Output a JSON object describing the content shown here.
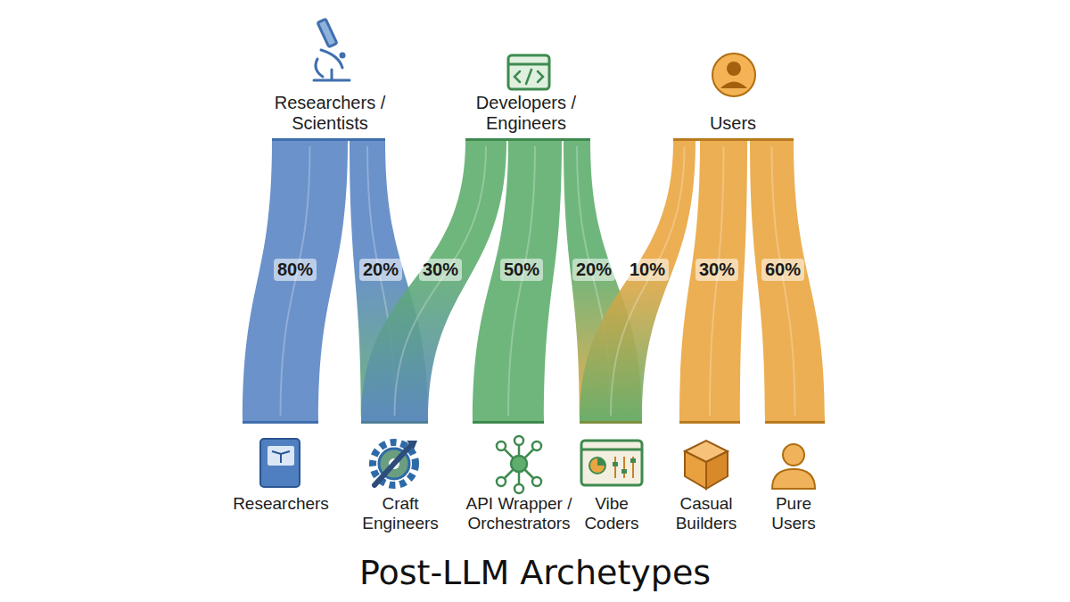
{
  "diagram": {
    "title": "Post-LLM Archetypes",
    "nodes": [
      {
        "text": [
          "Researchers / Scientists"
        ]
      },
      {
        "text": [
          "Developers / Engineers"
        ]
      },
      {
        "text": [
          "Users"
        ]
      },
      {
        "text": [
          "Researchers"
        ]
      },
      {
        "text": [
          "Craft Engineers"
        ]
      },
      {
        "text": [
          "API Wrapper / Orchestrators"
        ]
      },
      {
        "text": [
          "Vibe Coders"
        ]
      },
      {
        "text": [
          "Casual Builders"
        ]
      },
      {
        "text": [
          "Pure Users"
        ]
      }
    ],
    "edges": [
      {
        "from": 0,
        "to": 3,
        "label": "80%",
        "arrow": "none"
      },
      {
        "from": 0,
        "to": 4,
        "label": "20%",
        "arrow": "none"
      },
      {
        "from": 1,
        "to": 4,
        "label": "30%",
        "arrow": "none"
      },
      {
        "from": 1,
        "to": 5,
        "label": "50%",
        "arrow": "none"
      },
      {
        "from": 1,
        "to": 6,
        "label": "20%",
        "arrow": "none"
      },
      {
        "from": 2,
        "to": 6,
        "label": "10%",
        "arrow": "none"
      },
      {
        "from": 2,
        "to": 7,
        "label": "30%",
        "arrow": "none"
      },
      {
        "from": 2,
        "to": 8,
        "label": "60%",
        "arrow": "none"
      }
    ]
  }
}
